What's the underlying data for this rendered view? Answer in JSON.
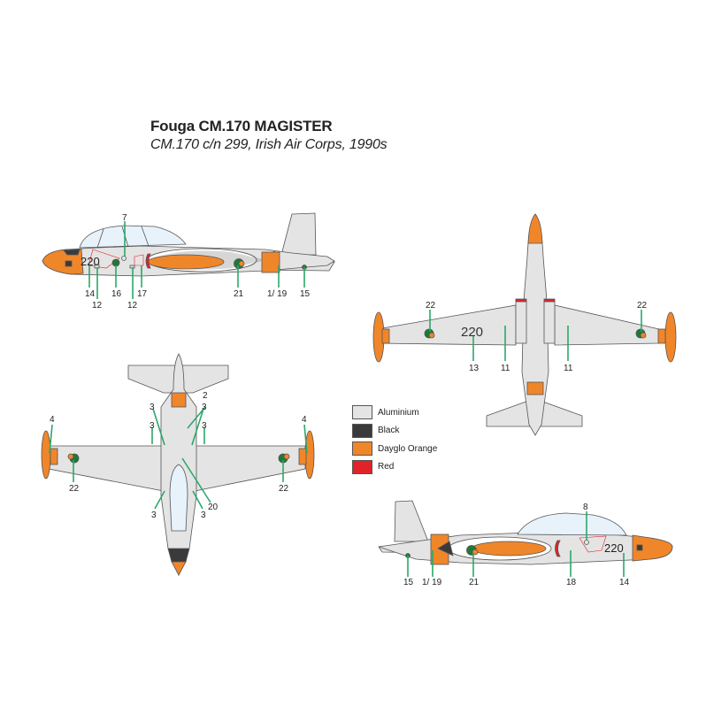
{
  "header": {
    "title": "Fouga CM.170 MAGISTER",
    "subtitle": "CM.170 c/n 299, Irish Air Corps, 1990s"
  },
  "colors": {
    "aluminium": "#e4e4e4",
    "black": "#3a3a3c",
    "orange": "#f0862a",
    "red": "#e32129",
    "green_leader": "#2aa86a",
    "roundel_green": "#1d7a36",
    "canopy": "#e8f2fa",
    "outline": "#555555"
  },
  "legend": [
    {
      "label": "Aluminium",
      "color": "#e4e4e4"
    },
    {
      "label": "Black",
      "color": "#3a3a3c"
    },
    {
      "label": "Dayglo Orange",
      "color": "#f0862a"
    },
    {
      "label": "Red",
      "color": "#e32129"
    }
  ],
  "views": {
    "left_side": {
      "serial": "220",
      "callouts": [
        "7",
        "14",
        "12",
        "16",
        "12",
        "17",
        "21",
        "1/ 19",
        "15"
      ]
    },
    "top": {
      "serial": "220",
      "callouts": [
        "22",
        "22",
        "13",
        "11",
        "11"
      ]
    },
    "bottom": {
      "callouts": [
        "4",
        "4",
        "3",
        "3",
        "3",
        "3",
        "3",
        "3",
        "2",
        "20",
        "22",
        "22"
      ]
    },
    "right_side": {
      "serial": "220",
      "callouts": [
        "8",
        "15",
        "1/ 19",
        "21",
        "18",
        "14"
      ]
    }
  }
}
